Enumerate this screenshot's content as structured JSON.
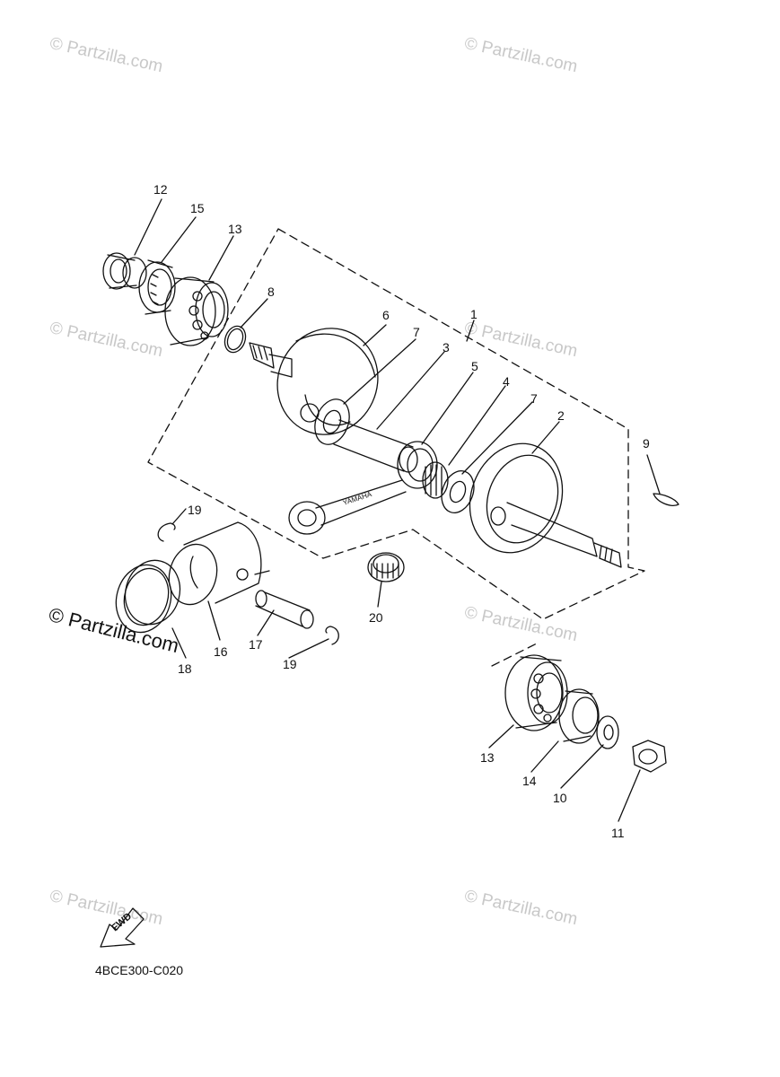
{
  "watermark_text": "© Partzilla.com",
  "diagram_code": "4BCE300-C020",
  "fwd_label": "FWD",
  "callouts": {
    "p1": "1",
    "p2": "2",
    "p3": "3",
    "p4": "4",
    "p5": "5",
    "p6": "6",
    "p7a": "7",
    "p7b": "7",
    "p8": "8",
    "p9": "9",
    "p10": "10",
    "p11": "11",
    "p12": "12",
    "p13a": "13",
    "p13b": "13",
    "p14": "14",
    "p15": "15",
    "p16": "16",
    "p17": "17",
    "p18": "18",
    "p19a": "19",
    "p19b": "19",
    "p20": "20"
  },
  "rod_stamp": "YAMAHA",
  "colors": {
    "line": "#111111",
    "watermark": "#c8c8c8"
  }
}
